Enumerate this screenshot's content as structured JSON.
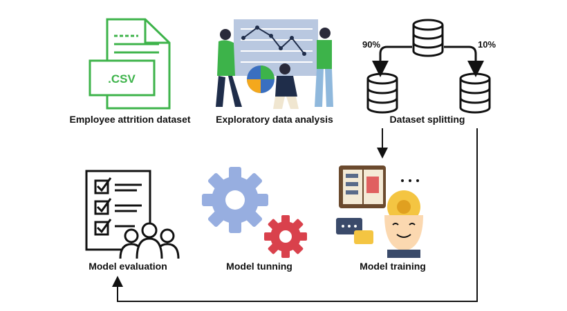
{
  "steps": {
    "dataset": {
      "label": "Employee attrition dataset",
      "icon": "csv-file-icon",
      "file_ext": ".CSV"
    },
    "eda": {
      "label": "Exploratory data analysis",
      "icon": "data-analysis-illustration"
    },
    "splitting": {
      "label": "Dataset splitting",
      "icon": "database-split-icon",
      "left_pct": "90%",
      "right_pct": "10%"
    },
    "training": {
      "label": "Model training",
      "icon": "learning-head-icon"
    },
    "tunning": {
      "label": "Model tunning",
      "icon": "gears-icon"
    },
    "evaluation": {
      "label": "Model evaluation",
      "icon": "checklist-team-icon"
    }
  },
  "colors": {
    "csv_green": "#3db34a",
    "gear_blue": "#97aee0",
    "gear_red": "#d9414c",
    "line": "#111111"
  }
}
